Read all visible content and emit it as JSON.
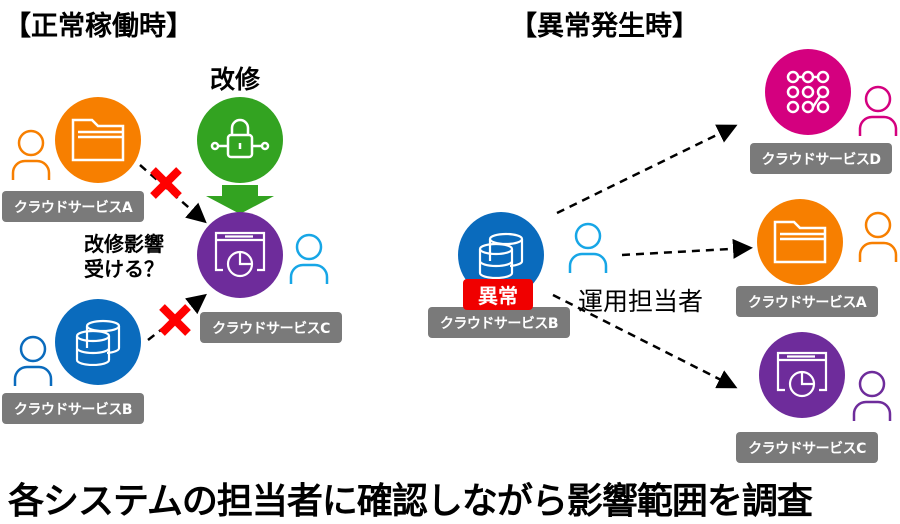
{
  "normal": {
    "title": "【正常稼働時】",
    "modify_label": "改修",
    "question_line1": "改修影響",
    "question_line2": "受ける？",
    "services": {
      "a": "クラウドサービスA",
      "b": "クラウドサービスB",
      "c": "クラウドサービスC"
    }
  },
  "abnormal": {
    "title": "【異常発生時】",
    "alert_badge": "異常",
    "operator_label": "運用担当者",
    "services": {
      "b": "クラウドサービスB",
      "d": "クラウドサービスD",
      "a": "クラウドサービスA",
      "c": "クラウドサービスC"
    }
  },
  "footer": "各システムの担当者に確認しながら影響範囲を調査",
  "colors": {
    "orange": "#f77f00",
    "blue": "#0a6bbd",
    "purple": "#6e2c9b",
    "green": "#33a321",
    "magenta": "#d4007f",
    "cyan": "#17a6e6",
    "label_gray": "#7a7a7a",
    "alert_red": "#f00000"
  }
}
